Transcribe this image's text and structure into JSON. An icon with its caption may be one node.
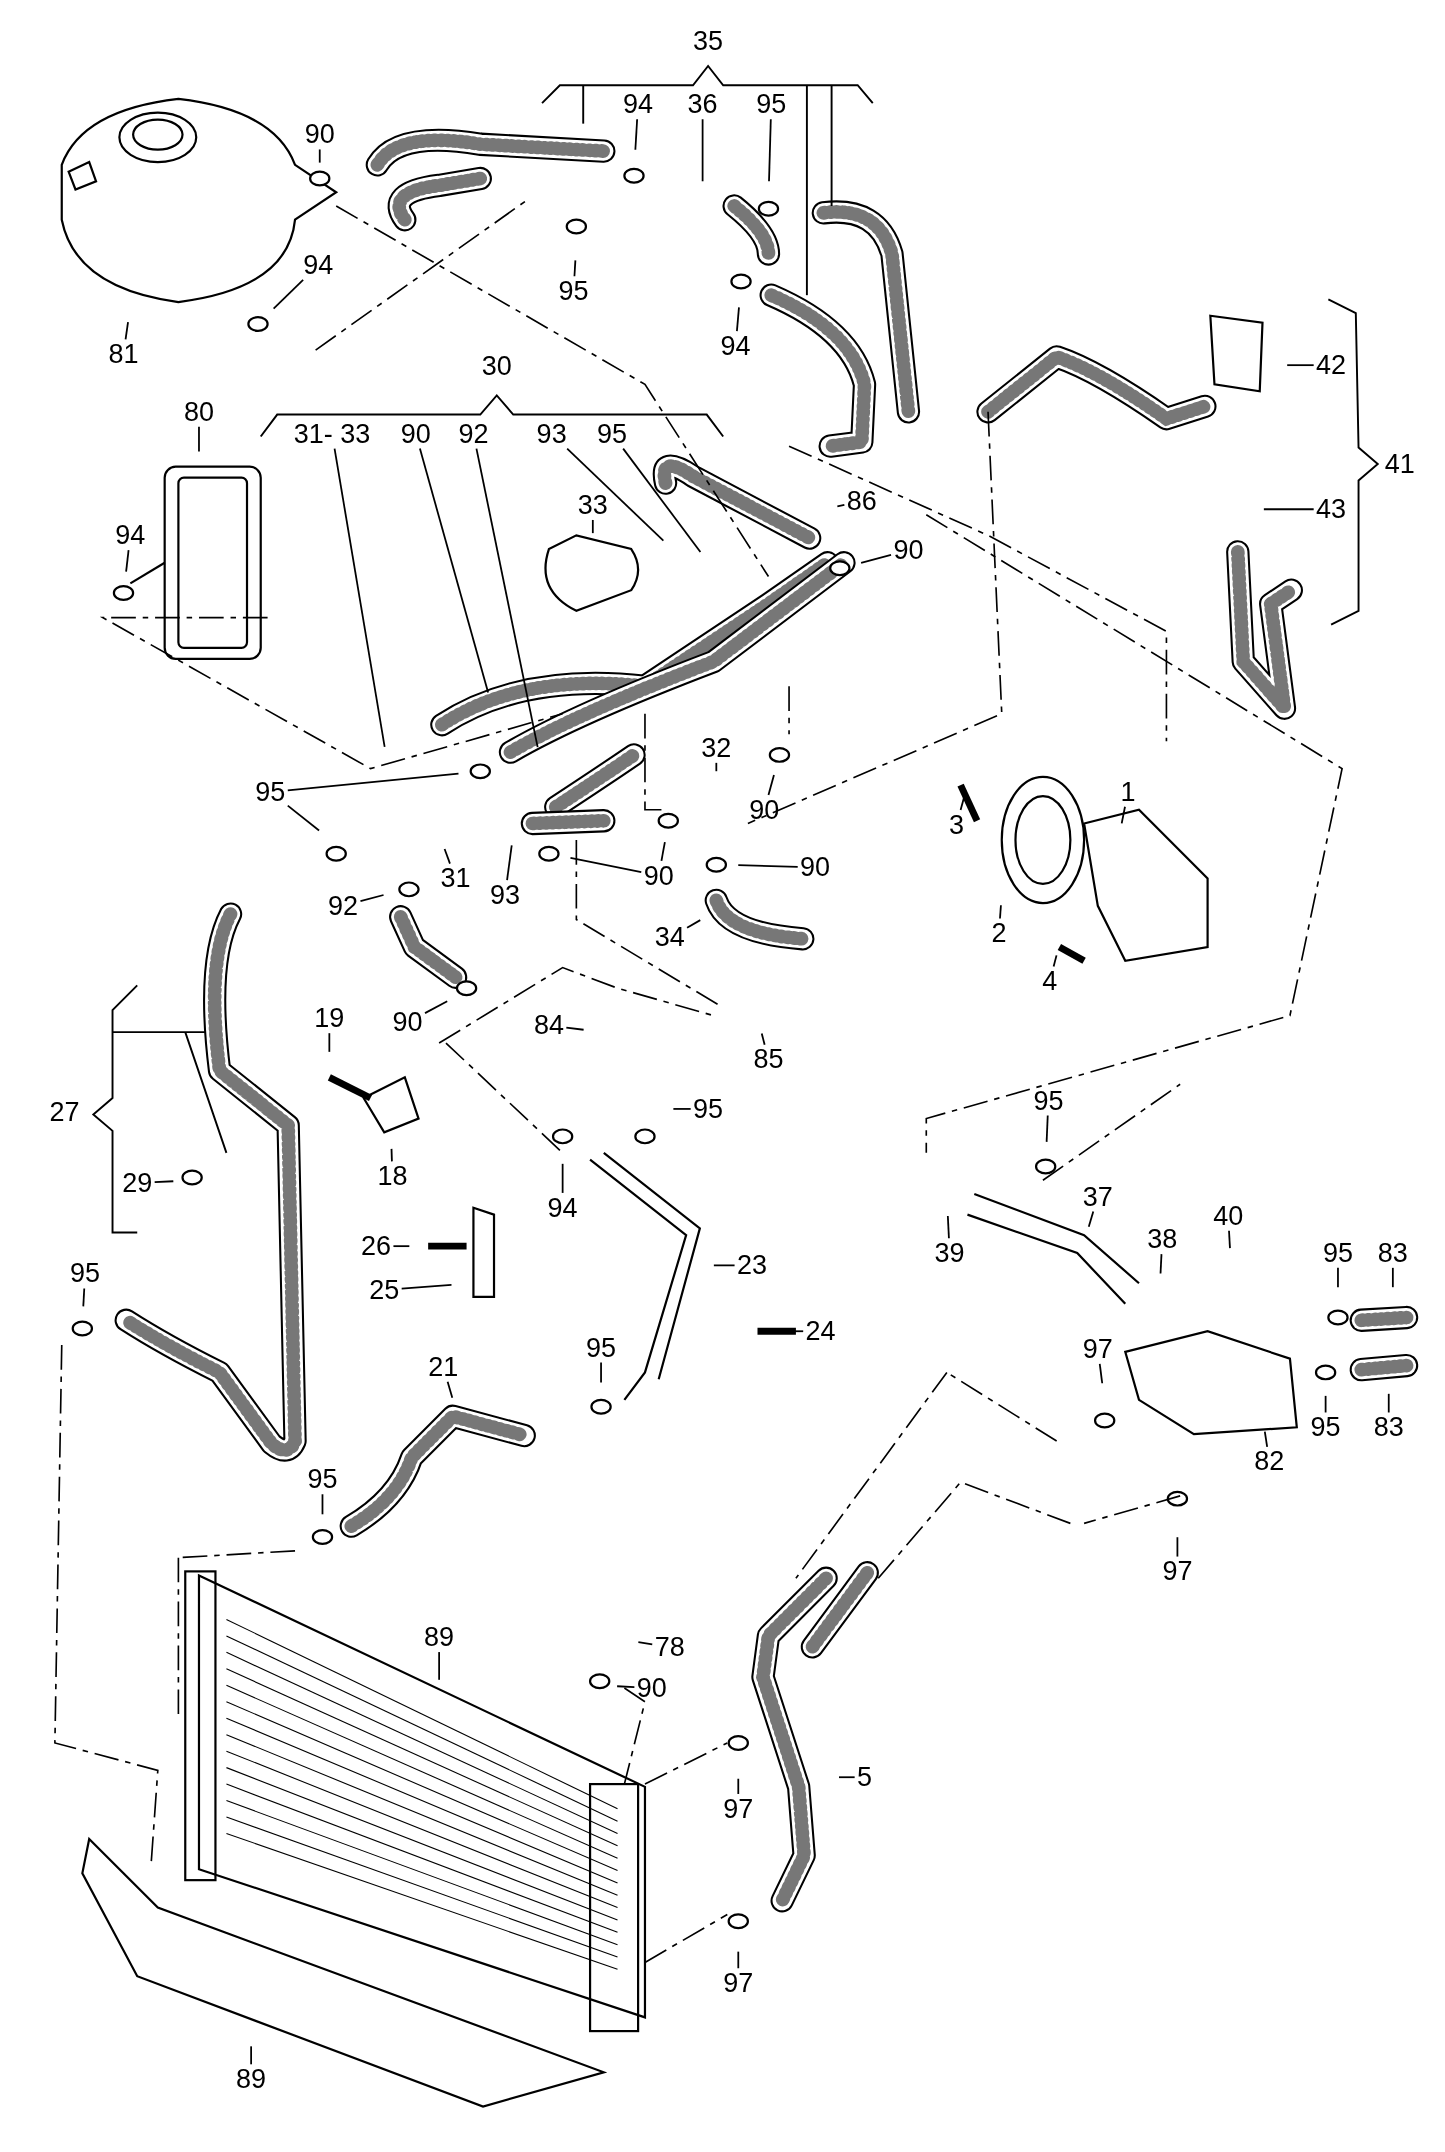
{
  "diagram": {
    "nodes": [
      {
        "text": [
          "90"
        ]
      },
      {
        "text": [
          "94"
        ]
      },
      {
        "text": [
          "36"
        ]
      },
      {
        "text": [
          "95"
        ]
      },
      {
        "text": [
          "94"
        ]
      },
      {
        "text": [
          "95"
        ]
      },
      {
        "text": [
          "94"
        ]
      },
      {
        "text": [
          "81"
        ]
      },
      {
        "text": [
          "42"
        ]
      },
      {
        "text": [
          "80"
        ]
      },
      {
        "text": [
          "31- 33"
        ]
      },
      {
        "text": [
          "90"
        ]
      },
      {
        "text": [
          "92"
        ]
      },
      {
        "text": [
          "93"
        ]
      },
      {
        "text": [
          "95"
        ]
      },
      {
        "text": [
          "86"
        ]
      },
      {
        "text": [
          "33"
        ]
      },
      {
        "text": [
          "43"
        ]
      },
      {
        "text": [
          "94"
        ]
      },
      {
        "text": [
          "90"
        ]
      },
      {
        "text": [
          "32"
        ]
      },
      {
        "text": [
          "95"
        ]
      },
      {
        "text": [
          "1"
        ]
      },
      {
        "text": [
          "3"
        ]
      },
      {
        "text": [
          "90"
        ]
      },
      {
        "text": [
          "90"
        ]
      },
      {
        "text": [
          "90"
        ]
      },
      {
        "text": [
          "31"
        ]
      },
      {
        "text": [
          "93"
        ]
      },
      {
        "text": [
          "92"
        ]
      },
      {
        "text": [
          "2"
        ]
      },
      {
        "text": [
          "34"
        ]
      },
      {
        "text": [
          "4"
        ]
      },
      {
        "text": [
          "19"
        ]
      },
      {
        "text": [
          "90"
        ]
      },
      {
        "text": [
          "84"
        ]
      },
      {
        "text": [
          "85"
        ]
      },
      {
        "text": [
          "95"
        ]
      },
      {
        "text": [
          "95"
        ]
      },
      {
        "text": [
          "18"
        ]
      },
      {
        "text": [
          "29"
        ]
      },
      {
        "text": [
          "37"
        ]
      },
      {
        "text": [
          "94"
        ]
      },
      {
        "text": [
          "40"
        ]
      },
      {
        "text": [
          "38"
        ]
      },
      {
        "text": [
          "26"
        ]
      },
      {
        "text": [
          "39"
        ]
      },
      {
        "text": [
          "95"
        ]
      },
      {
        "text": [
          "83"
        ]
      },
      {
        "text": [
          "23"
        ]
      },
      {
        "text": [
          "95"
        ]
      },
      {
        "text": [
          "25"
        ]
      },
      {
        "text": [
          "24"
        ]
      },
      {
        "text": [
          "97"
        ]
      },
      {
        "text": [
          "21"
        ]
      },
      {
        "text": [
          "95"
        ]
      },
      {
        "text": [
          "95"
        ]
      },
      {
        "text": [
          "83"
        ]
      },
      {
        "text": [
          "82"
        ]
      },
      {
        "text": [
          "95"
        ]
      },
      {
        "text": [
          "97"
        ]
      },
      {
        "text": [
          "89"
        ]
      },
      {
        "text": [
          "78"
        ]
      },
      {
        "text": [
          "90"
        ]
      },
      {
        "text": [
          "5"
        ]
      },
      {
        "text": [
          "97"
        ]
      },
      {
        "text": [
          "97"
        ]
      },
      {
        "text": [
          "89"
        ]
      }
    ],
    "edges": [
      {
        "from": 0,
        "to": null,
        "arrow": "none"
      },
      {
        "from": 1,
        "to": null,
        "arrow": "none"
      },
      {
        "from": 2,
        "to": null,
        "arrow": "none"
      },
      {
        "from": 3,
        "to": null,
        "arrow": "none"
      },
      {
        "from": 4,
        "to": null,
        "arrow": "none"
      },
      {
        "from": 5,
        "to": null,
        "arrow": "none"
      },
      {
        "from": 6,
        "to": null,
        "arrow": "none"
      },
      {
        "from": 7,
        "to": null,
        "arrow": "none"
      },
      {
        "from": 8,
        "to": null,
        "arrow": "none"
      },
      {
        "from": 9,
        "to": null,
        "arrow": "none"
      },
      {
        "from": 10,
        "to": null,
        "arrow": "none"
      },
      {
        "from": 11,
        "to": null,
        "arrow": "none"
      },
      {
        "from": 12,
        "to": null,
        "arrow": "none"
      },
      {
        "from": 13,
        "to": null,
        "arrow": "none"
      },
      {
        "from": 14,
        "to": null,
        "arrow": "none"
      },
      {
        "from": 15,
        "to": null,
        "arrow": "none"
      },
      {
        "from": 16,
        "to": null,
        "arrow": "none"
      },
      {
        "from": 17,
        "to": null,
        "arrow": "none"
      },
      {
        "from": 18,
        "to": null,
        "arrow": "none"
      },
      {
        "from": 19,
        "to": null,
        "arrow": "none"
      },
      {
        "from": 20,
        "to": null,
        "arrow": "none"
      },
      {
        "from": 21,
        "to": null,
        "arrow": "none"
      },
      {
        "from": 21,
        "to": null,
        "arrow": "none"
      },
      {
        "from": 22,
        "to": null,
        "arrow": "none"
      },
      {
        "from": 23,
        "to": null,
        "arrow": "none"
      },
      {
        "from": 24,
        "to": null,
        "arrow": "none"
      },
      {
        "from": 25,
        "to": null,
        "arrow": "none"
      },
      {
        "from": 25,
        "to": null,
        "arrow": "none"
      },
      {
        "from": 26,
        "to": null,
        "arrow": "none"
      },
      {
        "from": 27,
        "to": null,
        "arrow": "none"
      },
      {
        "from": 28,
        "to": null,
        "arrow": "none"
      },
      {
        "from": 29,
        "to": null,
        "arrow": "none"
      },
      {
        "from": 30,
        "to": null,
        "arrow": "none"
      },
      {
        "from": 31,
        "to": null,
        "arrow": "none"
      },
      {
        "from": 32,
        "to": null,
        "arrow": "none"
      },
      {
        "from": 33,
        "to": null,
        "arrow": "none"
      },
      {
        "from": 34,
        "to": null,
        "arrow": "none"
      },
      {
        "from": 35,
        "to": null,
        "arrow": "none"
      },
      {
        "from": 36,
        "to": null,
        "arrow": "none"
      },
      {
        "from": 37,
        "to": null,
        "arrow": "none"
      },
      {
        "from": 38,
        "to": null,
        "arrow": "none"
      },
      {
        "from": 39,
        "to": null,
        "arrow": "none"
      },
      {
        "from": 40,
        "to": null,
        "arrow": "none"
      },
      {
        "from": 41,
        "to": null,
        "arrow": "none"
      },
      {
        "from": 42,
        "to": null,
        "arrow": "none"
      },
      {
        "from": 43,
        "to": null,
        "arrow": "none"
      },
      {
        "from": 44,
        "to": null,
        "arrow": "none"
      },
      {
        "from": 45,
        "to": null,
        "arrow": "none"
      },
      {
        "from": 46,
        "to": null,
        "arrow": "none"
      },
      {
        "from": 47,
        "to": null,
        "arrow": "none"
      },
      {
        "from": 48,
        "to": null,
        "arrow": "none"
      },
      {
        "from": 49,
        "to": null,
        "arrow": "none"
      },
      {
        "from": 50,
        "to": null,
        "arrow": "none"
      },
      {
        "from": 51,
        "to": null,
        "arrow": "none"
      },
      {
        "from": 52,
        "to": null,
        "arrow": "none"
      },
      {
        "from": 53,
        "to": null,
        "arrow": "none"
      },
      {
        "from": 54,
        "to": null,
        "arrow": "none"
      },
      {
        "from": 55,
        "to": null,
        "arrow": "none"
      },
      {
        "from": 56,
        "to": null,
        "arrow": "none"
      },
      {
        "from": 57,
        "to": null,
        "arrow": "none"
      },
      {
        "from": 58,
        "to": null,
        "arrow": "none"
      },
      {
        "from": 59,
        "to": null,
        "arrow": "none"
      },
      {
        "from": 60,
        "to": null,
        "arrow": "none"
      },
      {
        "from": 61,
        "to": null,
        "arrow": "none"
      },
      {
        "from": 62,
        "to": null,
        "arrow": "none"
      },
      {
        "from": 63,
        "to": null,
        "arrow": "none"
      },
      {
        "from": 64,
        "to": null,
        "arrow": "none"
      },
      {
        "from": 65,
        "to": null,
        "arrow": "none"
      },
      {
        "from": 66,
        "to": null,
        "arrow": "none"
      },
      {
        "from": 67,
        "to": null,
        "arrow": "none"
      }
    ],
    "labels": [
      "35",
      "30",
      "27",
      "41"
    ]
  }
}
